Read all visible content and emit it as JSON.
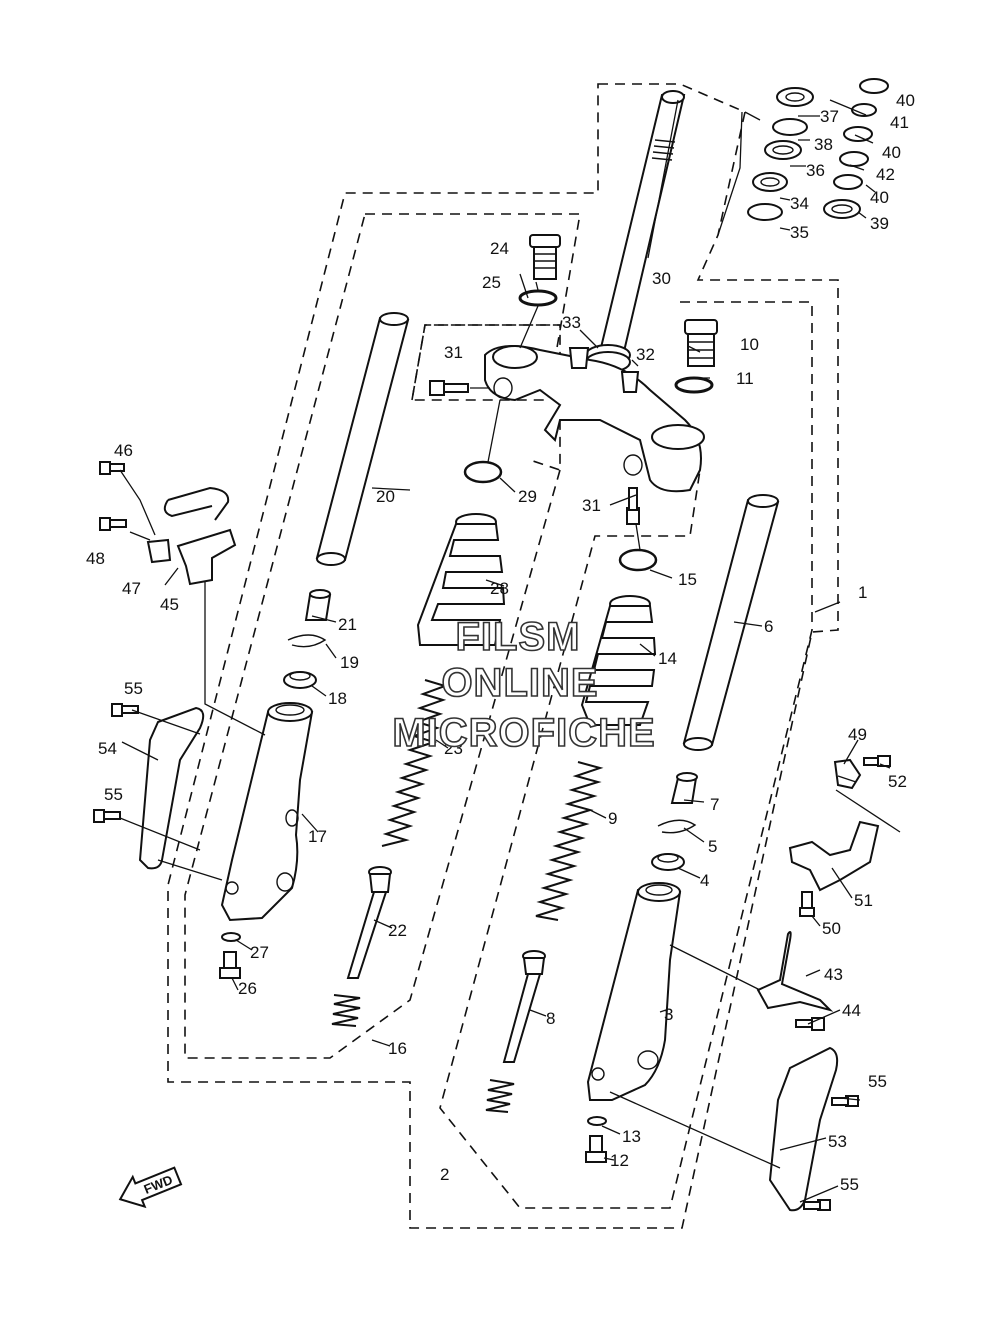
{
  "watermark": {
    "line1": "FILSM",
    "line2": "ONLINE",
    "line3": "MICROFICHE"
  },
  "direction_arrow": {
    "label": "FWD",
    "icon": "fwd-arrow-icon"
  },
  "callouts": [
    "1",
    "2",
    "3",
    "4",
    "5",
    "6",
    "7",
    "8",
    "9",
    "10",
    "11",
    "12",
    "13",
    "14",
    "15",
    "16",
    "17",
    "18",
    "19",
    "20",
    "21",
    "22",
    "23",
    "24",
    "25",
    "26",
    "27",
    "28",
    "29",
    "30",
    "31",
    "31",
    "32",
    "33",
    "34",
    "35",
    "36",
    "37",
    "38",
    "39",
    "40",
    "40",
    "40",
    "41",
    "42",
    "43",
    "44",
    "45",
    "46",
    "47",
    "48",
    "49",
    "50",
    "51",
    "52",
    "53",
    "54",
    "55",
    "55",
    "55",
    "55"
  ]
}
